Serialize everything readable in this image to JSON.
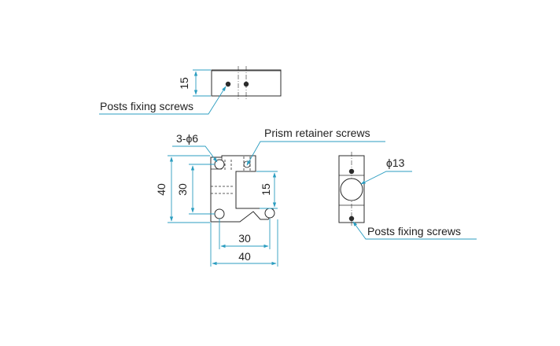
{
  "labels": {
    "posts_fixing_screws_top": "Posts fixing screws",
    "posts_fixing_screws_right": "Posts fixing screws",
    "prism_retainer_screws": "Prism retainer screws",
    "hole_callout": "3-ϕ6",
    "diameter_callout": "ϕ13"
  },
  "dimensions": {
    "top_view_height": "15",
    "front_height_40": "40",
    "front_height_30": "30",
    "front_step_15": "15",
    "width_30": "30",
    "width_40": "40"
  },
  "colors": {
    "dimension_line": "#2b9dc0",
    "part_line": "#2b2b2b"
  }
}
